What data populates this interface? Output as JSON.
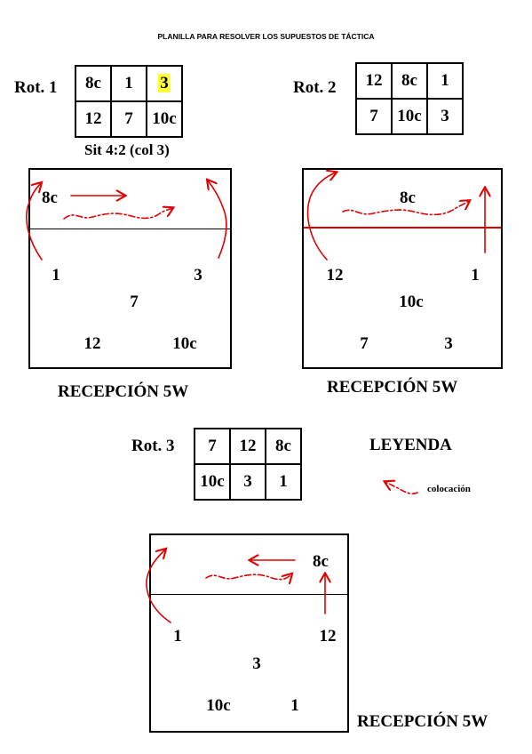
{
  "title": "PLANILLA PARA RESOLVER LOS SUPUESTOS DE TÁCTICA",
  "rot1": {
    "label": "Rot. 1",
    "row1": [
      "8c",
      "1",
      "3"
    ],
    "row2": [
      "12",
      "7",
      "10c"
    ],
    "situation": "Sit 4:2 (col 3)"
  },
  "rot2": {
    "label": "Rot. 2",
    "row1": [
      "12",
      "8c",
      "1"
    ],
    "row2": [
      "7",
      "10c",
      "3"
    ]
  },
  "rot3": {
    "label": "Rot. 3",
    "row1": [
      "7",
      "12",
      "8c"
    ],
    "row2": [
      "10c",
      "3",
      "1"
    ]
  },
  "court1": {
    "players": [
      "8c",
      "1",
      "3",
      "7",
      "12",
      "10c"
    ],
    "caption": "RECEPCIÓN 5W"
  },
  "court2": {
    "players": [
      "8c",
      "12",
      "1",
      "10c",
      "7",
      "3"
    ],
    "caption": "RECEPCIÓN 5W"
  },
  "court3": {
    "players": [
      "8c",
      "1",
      "12",
      "3",
      "10c",
      "1"
    ],
    "caption": "RECEPCIÓN 5W"
  },
  "legend": {
    "title": "LEYENDA",
    "item": "colocación"
  },
  "colors": {
    "arrow": "#e00000",
    "highlight": "#ffff33"
  }
}
